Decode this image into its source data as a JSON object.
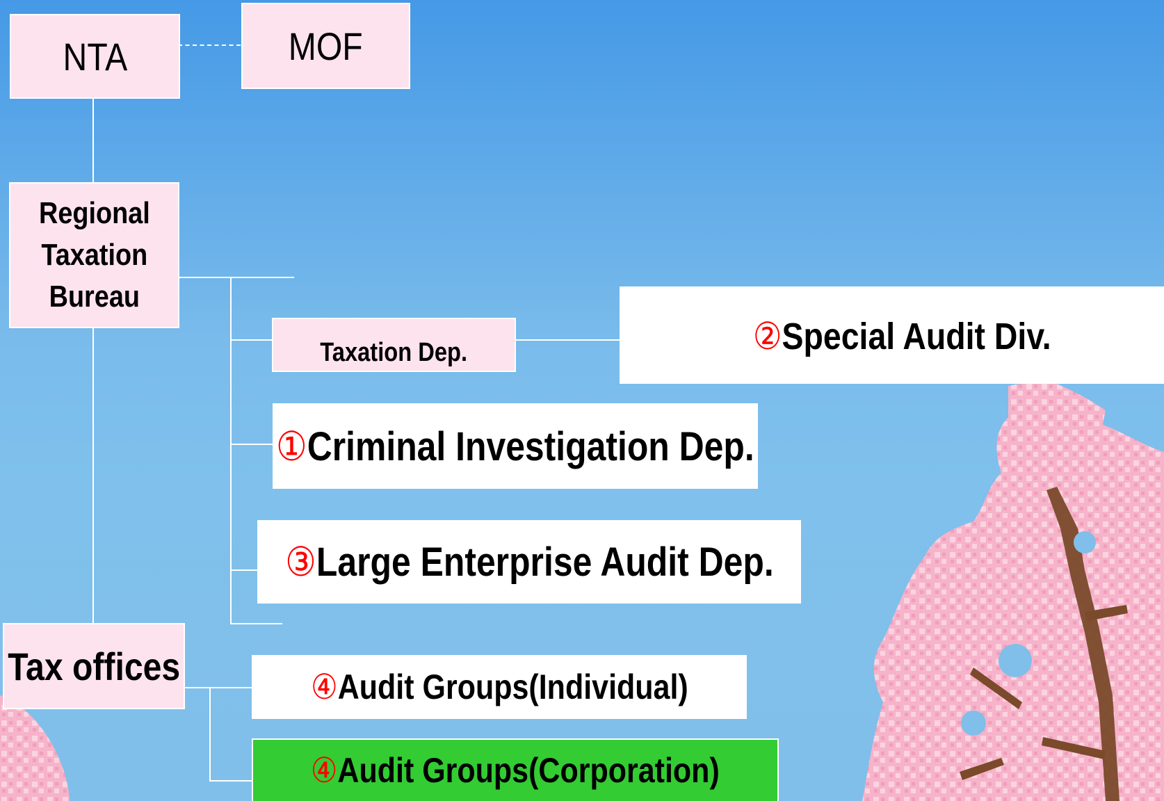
{
  "nodes": {
    "nta": "NTA",
    "mof": "MOF",
    "rtb_line1": "Regional",
    "rtb_line2": "Taxation",
    "rtb_line3": "Bureau",
    "taxation_dep": "Taxation Dep.",
    "special_audit_num": "②",
    "special_audit": "Special Audit Div.",
    "criminal_num": "①",
    "criminal": "Criminal Investigation Dep.",
    "large_ent_num": "③",
    "large_ent": "Large Enterprise Audit Dep.",
    "tax_offices": "Tax offices",
    "audit_ind_num": "④",
    "audit_ind": "Audit Groups(Individual)",
    "audit_corp_num": "④",
    "audit_corp": "Audit Groups(Corporation)"
  },
  "colors": {
    "sky_top": "#4599e6",
    "sky_bottom": "#80bfe9",
    "pink_box": "#fde3ee",
    "highlight": "#33cc33",
    "number": "#ff0000",
    "blossom": "#f7b6cc",
    "branch": "#7a4a2a"
  },
  "decoration": "cherry-blossom-tree"
}
